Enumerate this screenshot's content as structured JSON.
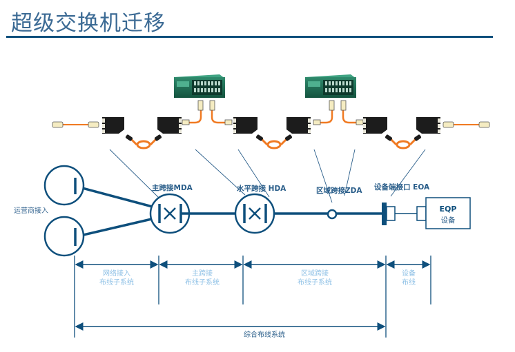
{
  "slide": {
    "title": "超级交换机迁移"
  },
  "colors": {
    "primary": "#0e4f7c",
    "accent_text": "#3b6a94",
    "light_label": "#8fc1e6",
    "fiber": "#f07a22",
    "panel": "#1c1c1c",
    "rack": "#1f6b52"
  },
  "nodes": {
    "carrier_access": "运营商接入",
    "mda": "主跨接MDA",
    "hda": "水平跨接 HDA",
    "zda": "区域跨接ZDA",
    "eoa": "设备端接口 EOA",
    "eqp_line1": "EQP",
    "eqp_line2": "设备"
  },
  "segments": [
    {
      "line1": "网络接入",
      "line2": "布线子系统"
    },
    {
      "line1": "主跨接",
      "line2": "布线子系统"
    },
    {
      "line1": "区域跨接",
      "line2": "布线子系统"
    },
    {
      "line1": "设备",
      "line2": "布线"
    }
  ],
  "overall": {
    "label": "综合布线系统"
  },
  "hardware": {
    "racks": [
      "switch-rack-1",
      "switch-rack-2"
    ],
    "patch_panels": 6,
    "patch_cords": 3
  }
}
